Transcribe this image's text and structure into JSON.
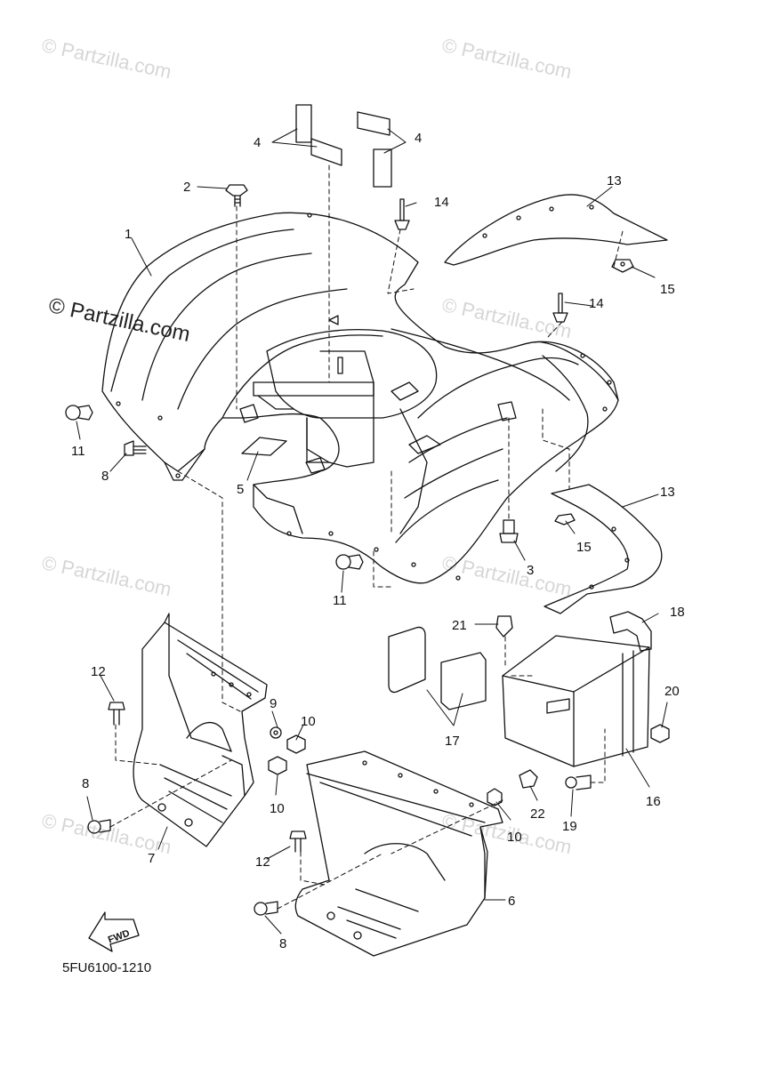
{
  "watermark": "© Partzilla.com",
  "diagram_code": "5FU6100-1210",
  "fwd_label": "FWD",
  "callouts": [
    {
      "id": "c1",
      "label": "1"
    },
    {
      "id": "c2",
      "label": "2"
    },
    {
      "id": "c3",
      "label": "3"
    },
    {
      "id": "c4a",
      "label": "4"
    },
    {
      "id": "c4b",
      "label": "4"
    },
    {
      "id": "c5",
      "label": "5"
    },
    {
      "id": "c6",
      "label": "6"
    },
    {
      "id": "c7",
      "label": "7"
    },
    {
      "id": "c8a",
      "label": "8"
    },
    {
      "id": "c8b",
      "label": "8"
    },
    {
      "id": "c8c",
      "label": "8"
    },
    {
      "id": "c9",
      "label": "9"
    },
    {
      "id": "c10a",
      "label": "10"
    },
    {
      "id": "c10b",
      "label": "10"
    },
    {
      "id": "c10c",
      "label": "10"
    },
    {
      "id": "c11a",
      "label": "11"
    },
    {
      "id": "c11b",
      "label": "11"
    },
    {
      "id": "c12a",
      "label": "12"
    },
    {
      "id": "c12b",
      "label": "12"
    },
    {
      "id": "c13a",
      "label": "13"
    },
    {
      "id": "c13b",
      "label": "13"
    },
    {
      "id": "c14a",
      "label": "14"
    },
    {
      "id": "c14b",
      "label": "14"
    },
    {
      "id": "c15a",
      "label": "15"
    },
    {
      "id": "c15b",
      "label": "15"
    },
    {
      "id": "c16",
      "label": "16"
    },
    {
      "id": "c17",
      "label": "17"
    },
    {
      "id": "c18",
      "label": "18"
    },
    {
      "id": "c19",
      "label": "19"
    },
    {
      "id": "c20",
      "label": "20"
    },
    {
      "id": "c21",
      "label": "21"
    },
    {
      "id": "c22",
      "label": "22"
    }
  ]
}
